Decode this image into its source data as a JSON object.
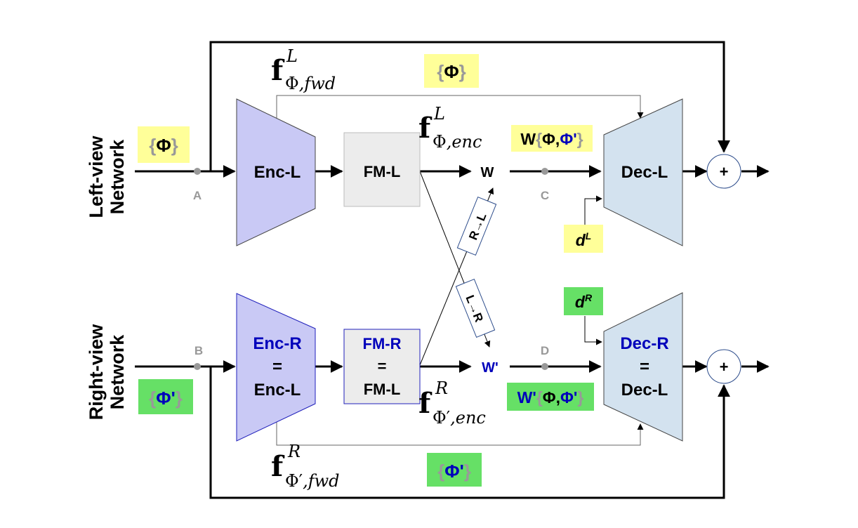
{
  "colors": {
    "left_encoder_fill": "#c9c9f5",
    "left_decoder_fill": "#d3e2ef",
    "fm_fill": "#ececec",
    "yellow_tag": "#ffff99",
    "green_tag": "#66e066",
    "blue_text": "#0000bb",
    "gray_text": "#999999"
  },
  "left": {
    "network_label_1": "Left-view",
    "network_label_2": "Network",
    "params_tag": {
      "open": "{",
      "phi": "Φ",
      "close": "}"
    },
    "encoder_label": "Enc-L",
    "fm_label": "FM-L",
    "warp_label": "W",
    "decoder_label": "Dec-L",
    "point_a": "A",
    "point_c": "C",
    "depth_tag": {
      "d": "d",
      "sup": "L"
    },
    "warp_tag": {
      "w": "W",
      "open": "{",
      "phi": "Φ",
      "comma": ",",
      "phi2": "Φ'",
      "close": "}"
    },
    "skip_tag": {
      "open": "{",
      "phi": "Φ",
      "close": "}"
    },
    "f_fwd": {
      "f": "f",
      "sup": "L",
      "sub_phi": "Φ",
      "sub_rest": ",fwd"
    },
    "f_enc": {
      "f": "f",
      "sup": "L",
      "sub_phi": "Φ",
      "sub_rest": ",enc"
    },
    "plus": "+"
  },
  "right": {
    "network_label_1": "Right-view",
    "network_label_2": "Network",
    "params_tag": {
      "open": "{",
      "phi": "Φ'",
      "close": "}"
    },
    "encoder_label_1": "Enc-R",
    "encoder_label_2": "=",
    "encoder_label_3": "Enc-L",
    "fm_label_1": "FM-R",
    "fm_label_2": "=",
    "fm_label_3": "FM-L",
    "warp_label": "W'",
    "decoder_label_1": "Dec-R",
    "decoder_label_2": "=",
    "decoder_label_3": "Dec-L",
    "point_b": "B",
    "point_d": "D",
    "depth_tag": {
      "d": "d",
      "sup": "R"
    },
    "warp_tag": {
      "w": "W'",
      "open": "{",
      "phi": "Φ",
      "comma": ",",
      "phi2": "Φ'",
      "close": "}"
    },
    "skip_tag": {
      "open": "{",
      "phi": "Φ'",
      "close": "}"
    },
    "f_fwd": {
      "f": "f",
      "sup": "R",
      "sub_phi": "Φ′",
      "sub_rest": ",fwd"
    },
    "f_enc": {
      "f": "f",
      "sup": "R",
      "sub_phi": "Φ′",
      "sub_rest": ",enc"
    },
    "plus": "+"
  },
  "cross": {
    "r_to_l": "R→L",
    "l_to_r": "L→R"
  }
}
